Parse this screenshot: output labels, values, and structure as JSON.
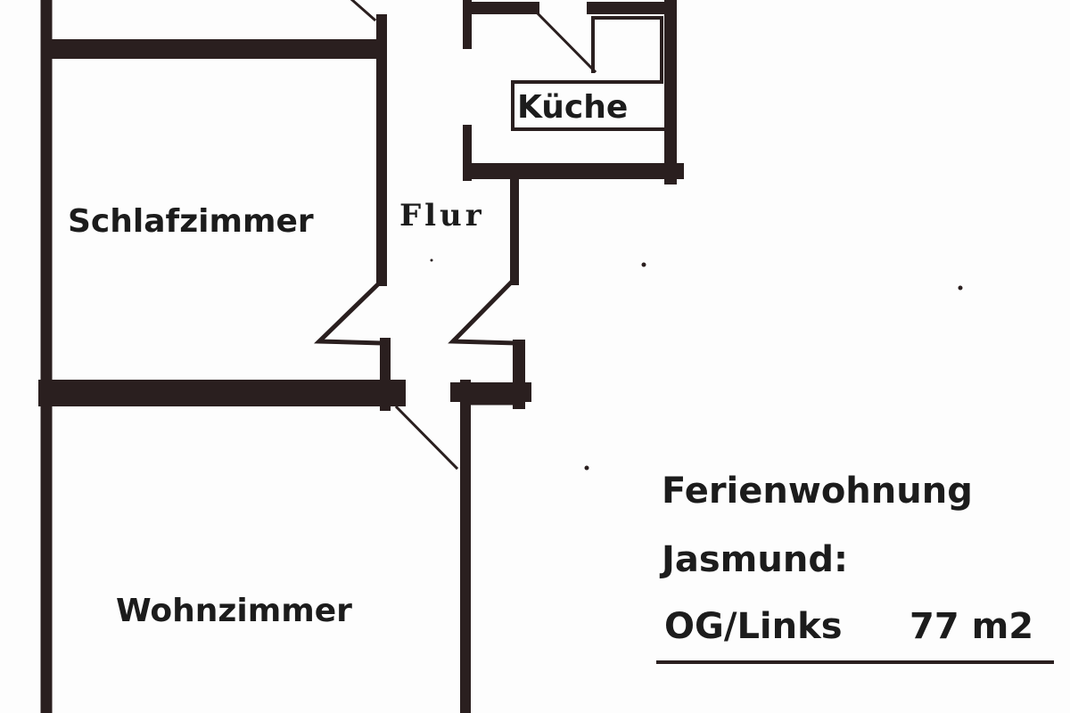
{
  "rooms": {
    "kitchen": "Küche",
    "bedroom": "Schlafzimmer",
    "hallway": "Flur",
    "living_room": "Wohnzimmer"
  },
  "info": {
    "line1": "Ferienwohnung",
    "line2": "Jasmund:",
    "floor": "OG/Links",
    "area": "77 m2"
  },
  "colors": {
    "wall": "#2a1f1f",
    "background": "#fdfdfd"
  }
}
